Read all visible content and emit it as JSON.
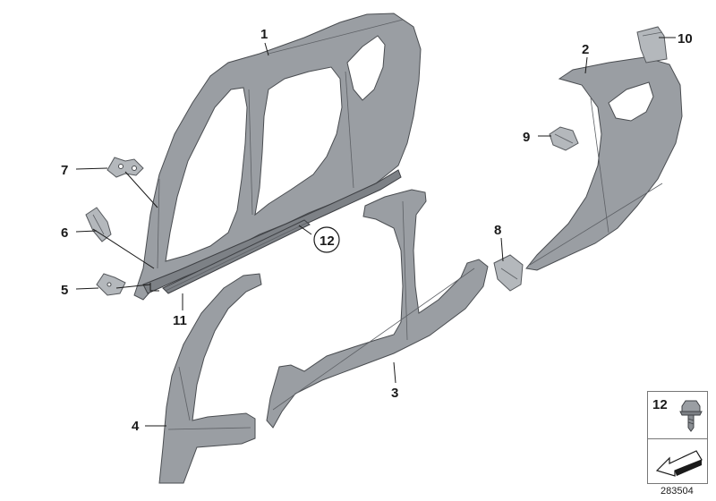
{
  "callouts": {
    "c1": "1",
    "c2": "2",
    "c3": "3",
    "c4": "4",
    "c5": "5",
    "c6": "6",
    "c7": "7",
    "c8": "8",
    "c9": "9",
    "c10": "10",
    "c11": "11",
    "c12": "12"
  },
  "legend": {
    "number": "12"
  },
  "diagram_id": "283504",
  "colors": {
    "part_fill": "#9a9ea3",
    "part_stroke": "#4a4d51",
    "background": "#ffffff"
  }
}
